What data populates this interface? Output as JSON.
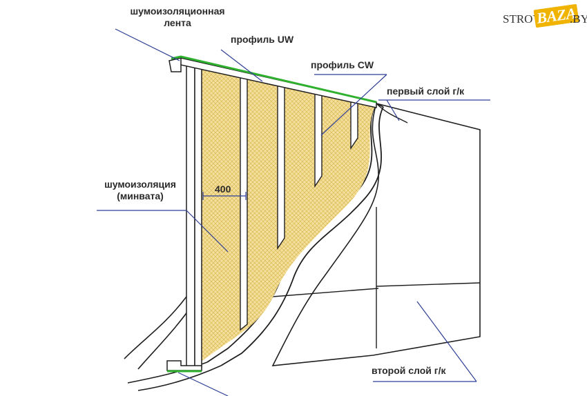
{
  "logo": {
    "part1": "STROY",
    "part2": "BAZA",
    "part3": ".BY"
  },
  "labels": {
    "tape_line1": "шумоизоляционная",
    "tape_line2": "лента",
    "uw": "профиль UW",
    "cw": "профиль CW",
    "layer1": "первый слой г/к",
    "insul_line1": "шумоизоляция",
    "insul_line2": "(минвата)",
    "layer2": "второй слой г/к"
  },
  "dimension": "400",
  "colors": {
    "insulation": "#f3df9a",
    "insulation_mesh": "#d8b24a",
    "tape": "#2fb12f",
    "leader": "#2e3f96",
    "outline": "#1e1e1e",
    "logo_accent": "#f0b400"
  }
}
